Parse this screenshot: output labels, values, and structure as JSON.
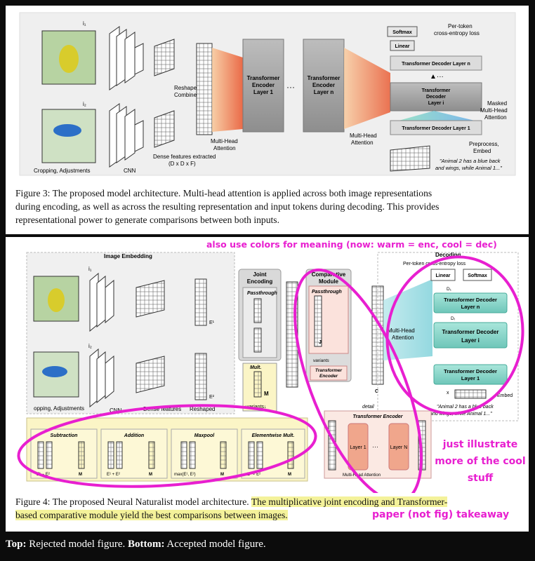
{
  "top_figure": {
    "img1_label": "i₁",
    "img2_label": "i₂",
    "cropping": "Cropping, Adjustments",
    "cnn": "CNN",
    "reshape": [
      "Reshape,",
      "Combine"
    ],
    "dense": [
      "Dense features extracted",
      "(D x D x F)"
    ],
    "mha_enc": [
      "Multi-Head",
      "Attention"
    ],
    "enc1": [
      "Transformer",
      "Encoder",
      "Layer 1"
    ],
    "dots": "···",
    "encn": [
      "Transformer",
      "Encoder",
      "Layer n"
    ],
    "mha_dec": [
      "Multi-Head",
      "Attention"
    ],
    "softmax": "Softmax",
    "linear": "Linear",
    "loss": [
      "Per-token",
      "cross-entropy loss"
    ],
    "dec_n": "Transformer Decoder Layer n",
    "dec_i": [
      "Transformer",
      "Decoder",
      "Layer i"
    ],
    "dec_1": "Transformer Decoder Layer 1",
    "masked": [
      "Masked",
      "Multi-Head",
      "Attention"
    ],
    "preprocess": [
      "Preprocess,",
      "Embed"
    ],
    "quote": [
      "\"Animal 2 has a blue back",
      "and wings, while Animal 1...\""
    ],
    "caption": [
      "Figure 3:  The proposed model architecture.  Multi-head attention is applied across both image representations",
      "during encoding, as well as across the resulting representation and input tokens during decoding.  This provides",
      "representational power to generate comparisons between both inputs."
    ]
  },
  "bottom_figure": {
    "image_embedding": "Image Embedding",
    "img1_label": "i₁",
    "img2_label": "i₂",
    "e1": "E¹",
    "e2": "E²",
    "cropping": "opping, Adjustments",
    "cnn": "CNN",
    "dense": "Dense features",
    "reshaped": "Reshaped",
    "joint": [
      "Joint",
      "Encoding"
    ],
    "passthrough": "Passthrough",
    "mult": "Mult.",
    "m": "M",
    "variants": "↓variants↓",
    "comparative": [
      "Comparative",
      "Module"
    ],
    "cm_passthrough": "Passthrough",
    "j": "J",
    "cm_variants": "variants",
    "cm_encoder": [
      "Transformer",
      "Encoder"
    ],
    "c": "C",
    "multihead": [
      "Multi-Head",
      "Attention"
    ],
    "decoding": "Decoding",
    "per_token": "Per-token cross-entropy loss",
    "linear": "Linear",
    "softmax": "Softmax",
    "dec_n": [
      "Transformer Decoder",
      "Layer n"
    ],
    "dec_i": [
      "Transformer Decoder",
      "Layer i"
    ],
    "dec_1": [
      "Transformer Decoder",
      "Layer 1"
    ],
    "d1": "D₁",
    "di": "Dᵢ",
    "x": "x",
    "embed": "Embed",
    "quote": [
      "\"Animal 2 has a blue back",
      "and wings, while Animal 1...\""
    ],
    "variants_boxes": [
      {
        "title": "Subtraction",
        "formula": "E¹ − E²",
        "out": "M"
      },
      {
        "title": "Addition",
        "formula": "E¹ + E²",
        "out": "M"
      },
      {
        "title": "Maxpool",
        "formula": "max(E¹, E²)",
        "out": "M"
      },
      {
        "title": "Elementwise Mult.",
        "formula": "E¹ ∘ E²",
        "out": "M"
      }
    ],
    "detail": "detail",
    "detail_title": "Transformer Encoder",
    "detail_layer1": "Layer 1",
    "detail_layern": "Layer N",
    "detail_mha": "Multi-Head Attention",
    "caption_plain": "Figure 4:  The proposed Neural Naturalist model architecture.",
    "caption_hl_1": "The multiplicative joint encoding and Transformer-",
    "caption_hl_2": "based comparative module yield the best comparisons between images."
  },
  "annotations": {
    "colors": "also use colors for meaning (now: warm = enc, cool = dec)",
    "illustrate": [
      "just illustrate",
      "more of the cool",
      "stuff"
    ],
    "takeaway": "paper (not fig) takeaway"
  },
  "footer": {
    "top_bold": "Top:",
    "top_text": " Rejected model figure. ",
    "bottom_bold": "Bottom:",
    "bottom_text": " Accepted model figure."
  },
  "colors": {
    "annotation": "#e81fd0",
    "highlight": "#f4f29a",
    "decoder_teal": "#8fd8cf",
    "encoder_orange": "#f07d4a"
  }
}
